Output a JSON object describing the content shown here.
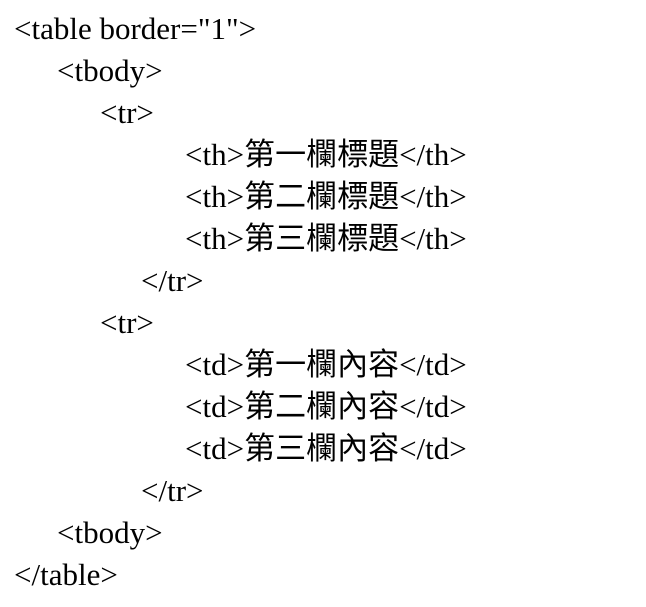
{
  "page": {
    "background_color": "#ffffff",
    "text_color": "#000000",
    "description": "Plain-text rendering of HTML table source code with Chinese column labels"
  },
  "code": {
    "language": "html",
    "lines": [
      {
        "indent": 0,
        "text": "<table border=\"1\">"
      },
      {
        "indent": 1,
        "text": "<tbody>"
      },
      {
        "indent": 2,
        "text": "<tr>"
      },
      {
        "indent": 4,
        "text": "<th>第一欄標題</th>"
      },
      {
        "indent": 4,
        "text": "<th>第二欄標題</th>"
      },
      {
        "indent": 4,
        "text": "<th>第三欄標題</th>"
      },
      {
        "indent": 3,
        "text": "</tr>"
      },
      {
        "indent": 2,
        "text": "<tr>"
      },
      {
        "indent": 4,
        "text": "<td>第一欄內容</td>"
      },
      {
        "indent": 4,
        "text": "<td>第二欄內容</td>"
      },
      {
        "indent": 4,
        "text": "<td>第三欄內容</td>"
      },
      {
        "indent": 3,
        "text": "</tr>"
      },
      {
        "indent": 1,
        "text": "<tbody>"
      },
      {
        "indent": 0,
        "text": "</table>"
      }
    ]
  }
}
